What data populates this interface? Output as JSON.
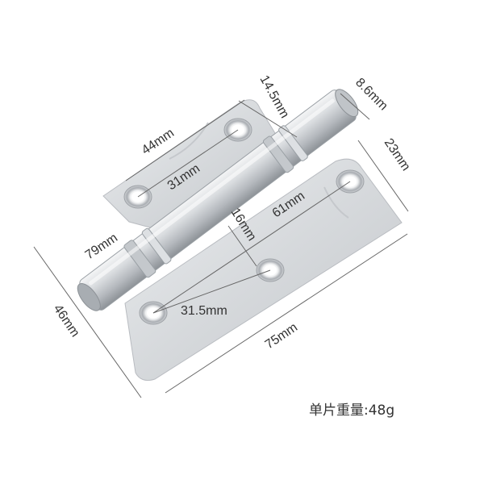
{
  "dimensions": {
    "top_length": "44mm",
    "top_hole_spacing": "31mm",
    "knuckle_length": "14.5mm",
    "pin_diameter": "8.6mm",
    "right_width": "23mm",
    "diagonal_hole_spacing": "61mm",
    "knuckle_height": "16mm",
    "leaf_offset": "79mm",
    "bottom_hole_spacing": "31.5mm",
    "total_length": "75mm",
    "total_width": "46mm"
  },
  "weight_label": "单片重量:48g",
  "colors": {
    "leaf": "#d4d6d9",
    "leaf_edge": "#b9bcc1",
    "pin": "#c7cace",
    "dim_line": "#666666",
    "text": "#333333"
  }
}
